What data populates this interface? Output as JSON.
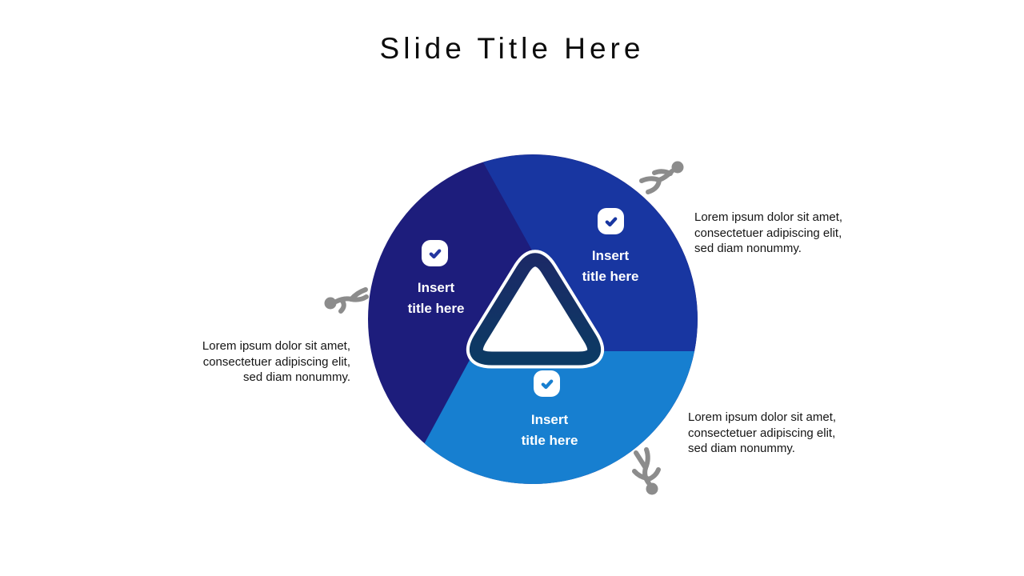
{
  "title": "Slide Title Here",
  "colors": {
    "navy": "#1d1d7c",
    "blue": "#1836a1",
    "light_blue": "#177fd0",
    "triangle_top": "#1b2a66",
    "triangle_bottom": "#0c3a64",
    "icon_gray": "#8c8c8c"
  },
  "segments": [
    {
      "name": "left",
      "line1": "Insert",
      "line2": "title here",
      "check_color": "#2437a0"
    },
    {
      "name": "top-right",
      "line1": "Insert",
      "line2": "title here",
      "check_color": "#1836a1"
    },
    {
      "name": "bottom",
      "line1": "Insert",
      "line2": "title here",
      "check_color": "#177fd0"
    }
  ],
  "notes": [
    {
      "name": "right-top",
      "lines": [
        "Lorem ipsum dolor sit amet,",
        "consectetuer adipiscing elit,",
        "sed diam nonummy."
      ]
    },
    {
      "name": "left",
      "lines": [
        "Lorem ipsum dolor sit amet,",
        "consectetuer adipiscing elit,",
        "sed diam nonummy."
      ]
    },
    {
      "name": "right-bottom",
      "lines": [
        "Lorem ipsum dolor sit amet,",
        "consectetuer adipiscing elit,",
        "sed diam nonummy."
      ]
    }
  ]
}
